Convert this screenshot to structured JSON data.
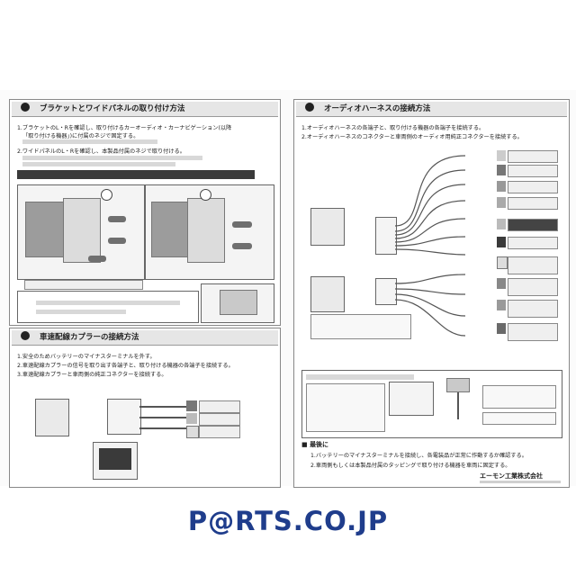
{
  "left_top": {
    "title": "ブラケットとワイドパネルの取り付け方法",
    "step1": "1.ブラケットのL・Rを確認し、取り付けるカーオーディオ・カーナビゲーション(以降",
    "step1b": "「取り付ける機器」)に付属のネジで固定する。",
    "step2": "2.ワイドパネルのL・Rを確認し、本製品付属のネジで取り付ける。"
  },
  "left_bottom": {
    "title": "車速配線カプラーの接続方法",
    "step1": "1.安全のためバッテリーのマイナスターミナルを外す。",
    "step2": "2.車速配線カプラーの信号を取り出す各端子と、取り付ける機器の各端子を接続する。",
    "step3": "3.車速配線カプラーと車両側の純正コネクターを接続する。"
  },
  "right": {
    "title": "オーディオハーネスの接続方法",
    "step1": "1.オーディオハーネスの各端子と、取り付ける機器の各端子を接続する。",
    "step2": "2.オーディオハーネスのコネクターと車両側のオーディオ用純正コネクターを接続する。",
    "final_title": "最後に",
    "final1": "1.バッテリーのマイナスターミナルを接続し、各電装品が正常に作動するか確認する。",
    "final2": "2.車両側もしくは本製品付属のタッピングで取り付ける機器を車両に固定する。",
    "company": "エーモン工業株式会社"
  },
  "logo": "P@RTS.CO.JP"
}
